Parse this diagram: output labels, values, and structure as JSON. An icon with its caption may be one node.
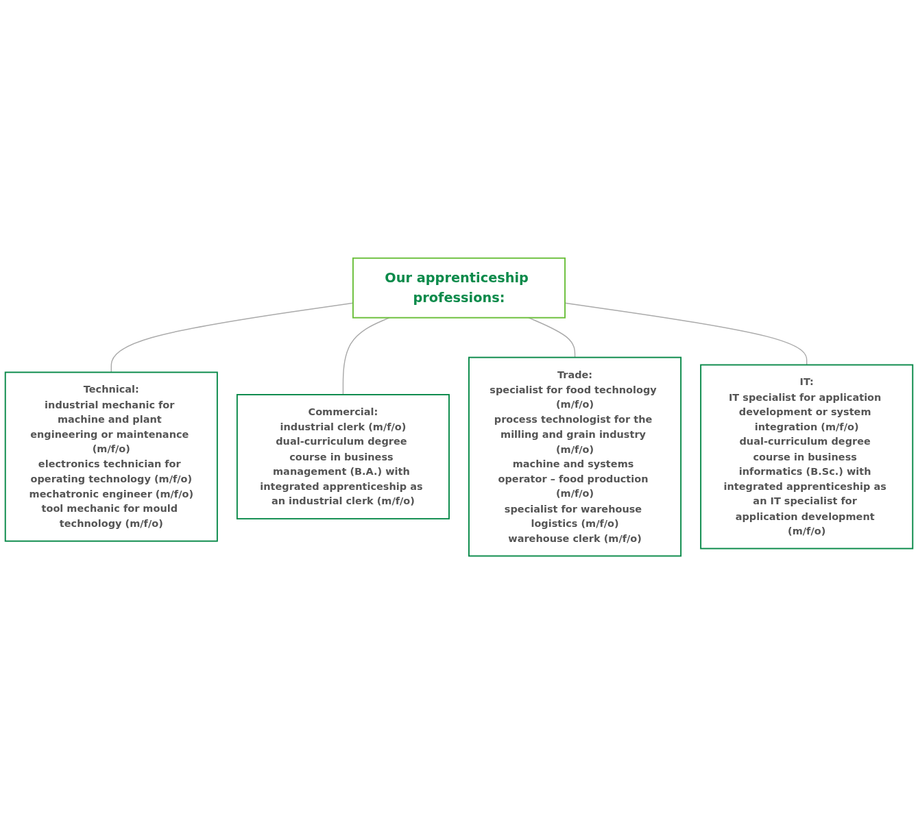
{
  "diagram": {
    "nodes": [
      {
        "text": [
          "Our apprenticeship professions:"
        ]
      },
      {
        "text": [
          "Technical:",
          "industrial mechanic for machine and plant engineering or maintenance (m/f/o)",
          "electronics technician for operating technology (m/f/o)",
          "mechatronic engineer (m/f/o)",
          "tool mechanic for mould technology (m/f/o)"
        ]
      },
      {
        "text": [
          "Commercial:",
          "industrial clerk (m/f/o)",
          "dual-curriculum degree course in business management (B.A.) with integrated apprenticeship as an industrial clerk (m/f/o)"
        ]
      },
      {
        "text": [
          "Trade:",
          "specialist for food technology (m/f/o)",
          "process technologist for the milling and grain industry (m/f/o)",
          "machine and systems operator – food production (m/f/o)",
          "specialist for warehouse logistics (m/f/o)",
          "warehouse clerk (m/f/o)"
        ]
      },
      {
        "text": [
          "IT:",
          "IT specialist for application development or system integration (m/f/o)",
          "dual-curriculum degree course in business informatics (B.Sc.) with integrated apprenticeship as an IT specialist for application development (m/f/o)"
        ]
      }
    ],
    "edges": [
      {
        "from": 0,
        "to": 1,
        "arrow": "none"
      },
      {
        "from": 0,
        "to": 2,
        "arrow": "none"
      },
      {
        "from": 0,
        "to": 3,
        "arrow": "none"
      },
      {
        "from": 0,
        "to": 4,
        "arrow": "none"
      }
    ]
  }
}
